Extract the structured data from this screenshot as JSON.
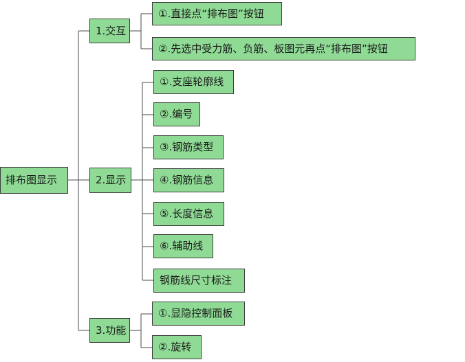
{
  "root": {
    "label": "排布图显示"
  },
  "branches": [
    {
      "label": "1.交互",
      "children": [
        "①.直接点“排布图”按钮",
        "②.先选中受力筋、负筋、板图元再点“排布图”按钮"
      ]
    },
    {
      "label": "2.显示",
      "children": [
        "①.支座轮廓线",
        "②.编号",
        "③.钢筋类型",
        "④.钢筋信息",
        "⑤.长度信息",
        "⑥.辅助线",
        "钢筋线尺寸标注"
      ]
    },
    {
      "label": "3.功能",
      "children": [
        "①.显隐控制面板",
        "②.旋转"
      ]
    }
  ],
  "colors": {
    "node_fill": "#8fdb95",
    "node_border": "#3b3b3b",
    "connector": "#4a4a4a"
  }
}
